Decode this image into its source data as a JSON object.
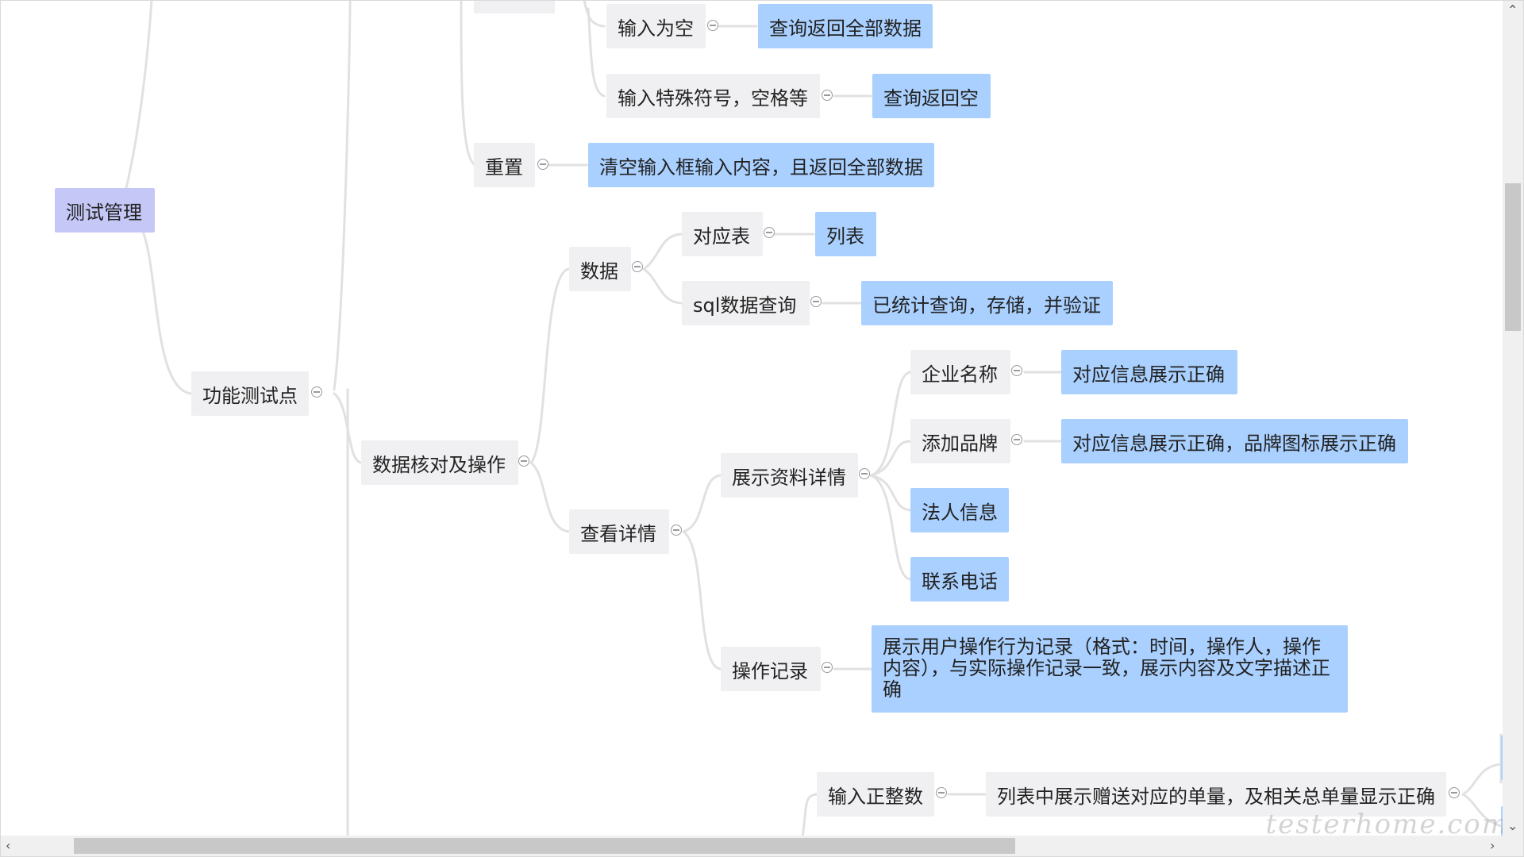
{
  "nodes": {
    "test_mgmt": "测试管理",
    "func_points": "功能测试点",
    "input_empty": "输入为空",
    "query_all": "查询返回全部数据",
    "input_special": "输入特殊符号，空格等",
    "query_empty": "查询返回空",
    "reset": "重置",
    "clear_input": "清空输入框输入内容，且返回全部数据",
    "data_check": "数据核对及操作",
    "data": "数据",
    "mapping_table": "对应表",
    "list": "列表",
    "sql_query": "sql数据查询",
    "stats": "已统计查询，存储，并验证",
    "view_detail": "查看详情",
    "show_detail": "展示资料详情",
    "company_name": "企业名称",
    "info_correct": "对应信息展示正确",
    "add_brand": "添加品牌",
    "info_brand_correct": "对应信息展示正确，品牌图标展示正确",
    "legal_info": "法人信息",
    "phone": "联系电话",
    "op_record": "操作记录",
    "op_record_desc": "展示用户操作行为记录（格式：时间，操作人，操作内容），与实际操作记录一致，展示内容及文字描述正确",
    "input_int": "输入正整数",
    "list_gift": "列表中展示赠送对应的单量，及相关总单量显示正确"
  },
  "watermark": "testerhome.com",
  "colors": {
    "gray_node": "#f0f0f2",
    "leaf_node": "#a9d0ff",
    "root_node": "#c5c8f7",
    "link": "#e1e1e1"
  },
  "scrollbar_icons": [
    "chevron-up-icon",
    "chevron-down-icon",
    "chevron-left-icon",
    "chevron-right-icon"
  ]
}
